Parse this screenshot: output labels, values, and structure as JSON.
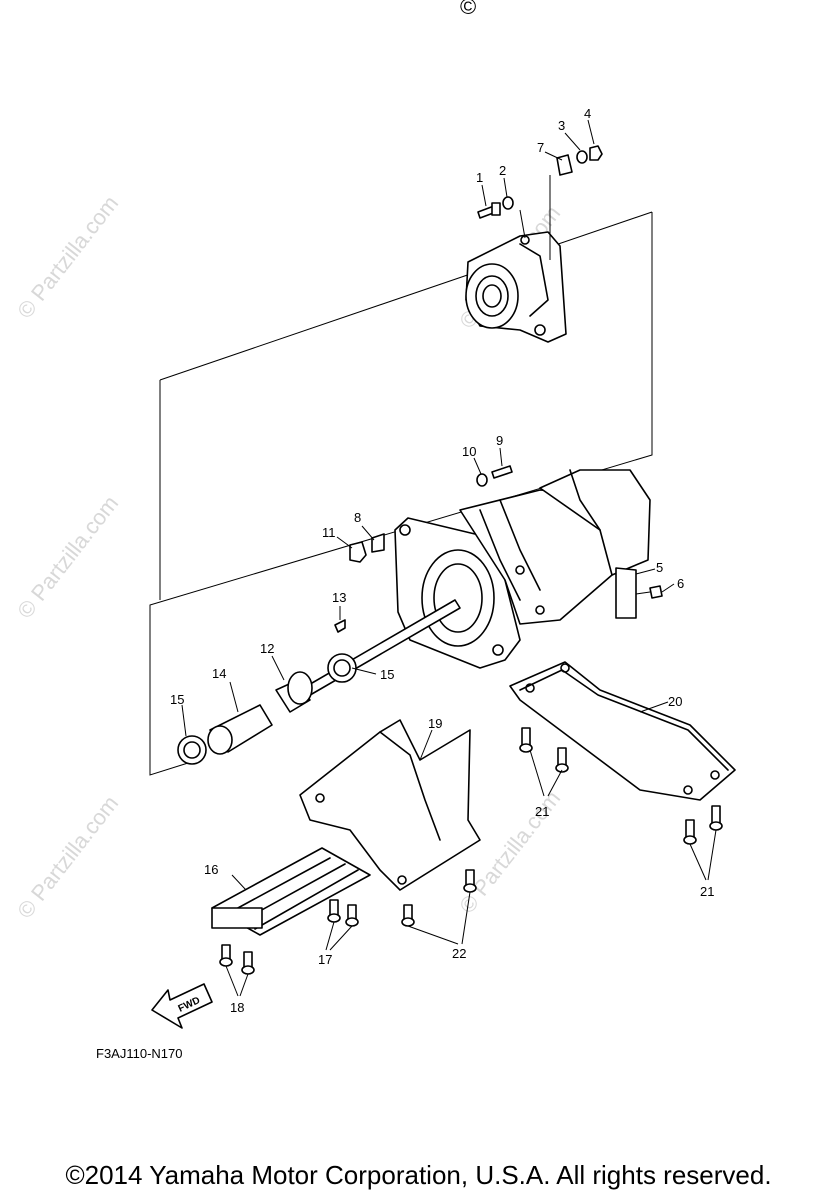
{
  "watermark": {
    "text": "© Partzilla.com",
    "top_mark": "©"
  },
  "callouts": [
    "1",
    "2",
    "3",
    "4",
    "7",
    "9",
    "10",
    "8",
    "11",
    "5",
    "6",
    "13",
    "12",
    "14",
    "15",
    "15",
    "19",
    "20",
    "21",
    "21",
    "16",
    "17",
    "22",
    "18"
  ],
  "fwd_label": "FWD",
  "diagram_code": "F3AJ110-N170",
  "copyright": "©2014 Yamaha Motor Corporation, U.S.A. All rights reserved."
}
